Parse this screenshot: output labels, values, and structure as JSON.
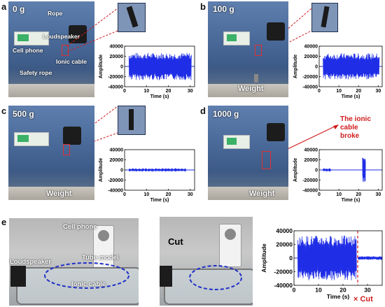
{
  "panels": {
    "a": {
      "label": "a",
      "weight": "0 g",
      "rope": "Rope",
      "loudspeaker": "Loudspeaker",
      "cell_phone": "Cell phone",
      "ionic_cable": "Ionic cable",
      "safety_rope": "Safety rope"
    },
    "b": {
      "label": "b",
      "weight": "100 g",
      "weight_label": "Weight"
    },
    "c": {
      "label": "c",
      "weight": "500 g",
      "weight_label": "Weight"
    },
    "d": {
      "label": "d",
      "weight": "1000 g",
      "weight_label": "Weight",
      "note_line1": "The ionic cable",
      "note_line2": "broke"
    },
    "e": {
      "label": "e",
      "cell_phone": "Cell phone",
      "loudspeaker": "Loudspeaker",
      "tube_model": "Tube model",
      "ionic_cable": "Ionic cable",
      "cut_arrow": "Cut",
      "cut_mark": "× Cut"
    }
  },
  "chart_data": [
    {
      "type": "line",
      "panel": "a",
      "xlabel": "Time (s)",
      "ylabel": "Amplitude",
      "xlim": [
        0,
        32
      ],
      "ylim": [
        -40000,
        40000
      ],
      "xticks": [
        "0",
        "10",
        "20",
        "30"
      ],
      "yticks": [
        "40000",
        "20000",
        "0",
        "-20000",
        "-40000"
      ],
      "series": [
        {
          "segments": [
            {
              "x": [
                2,
                30.5
              ],
              "amplitude": 27000
            }
          ]
        }
      ]
    },
    {
      "type": "line",
      "panel": "b",
      "xlabel": "Time (s)",
      "ylabel": "Amplitude",
      "xlim": [
        0,
        32
      ],
      "ylim": [
        -40000,
        40000
      ],
      "xticks": [
        "0",
        "10",
        "20",
        "30"
      ],
      "yticks": [
        "40000",
        "20000",
        "0",
        "-20000",
        "-40000"
      ],
      "series": [
        {
          "segments": [
            {
              "x": [
                2,
                30.5
              ],
              "amplitude": 26000
            }
          ]
        }
      ]
    },
    {
      "type": "line",
      "panel": "c",
      "xlabel": "Time (s)",
      "ylabel": "Amplitude",
      "xlim": [
        0,
        32
      ],
      "ylim": [
        -40000,
        40000
      ],
      "xticks": [
        "0",
        "10",
        "20",
        "30"
      ],
      "yticks": [
        "40000",
        "20000",
        "0",
        "-20000",
        "-40000"
      ],
      "series": [
        {
          "segments": [
            {
              "x": [
                2,
                28
              ],
              "amplitude": 3500
            }
          ]
        }
      ]
    },
    {
      "type": "line",
      "panel": "d",
      "xlabel": "Time (s)",
      "ylabel": "Amplitude",
      "xlim": [
        0,
        32
      ],
      "ylim": [
        -40000,
        40000
      ],
      "xticks": [
        "0",
        "10",
        "20",
        "30"
      ],
      "yticks": [
        "40000",
        "20000",
        "0",
        "-20000",
        "-40000"
      ],
      "series": [
        {
          "segments": [
            {
              "x": [
                2,
                6
              ],
              "amplitude": 3500
            },
            {
              "x": [
                22,
                23.5
              ],
              "amplitude": 24000
            }
          ]
        }
      ]
    },
    {
      "type": "line",
      "panel": "e",
      "xlabel": "Time (s)",
      "ylabel": "Amplitude",
      "xlim": [
        0,
        36
      ],
      "ylim": [
        -40000,
        40000
      ],
      "xticks": [
        "0",
        "10",
        "20",
        "30"
      ],
      "yticks": [
        "40000",
        "20000",
        "0",
        "-20000",
        "-40000"
      ],
      "cut_time": 26,
      "series": [
        {
          "segments": [
            {
              "x": [
                1.5,
                25.5
              ],
              "amplitude": 33000
            },
            {
              "x": [
                26,
                36
              ],
              "amplitude": 2500
            }
          ]
        }
      ]
    }
  ],
  "colors": {
    "signal": "#1f2de6",
    "annotation": "#d01c1c",
    "ellipse": "#2030c8"
  }
}
